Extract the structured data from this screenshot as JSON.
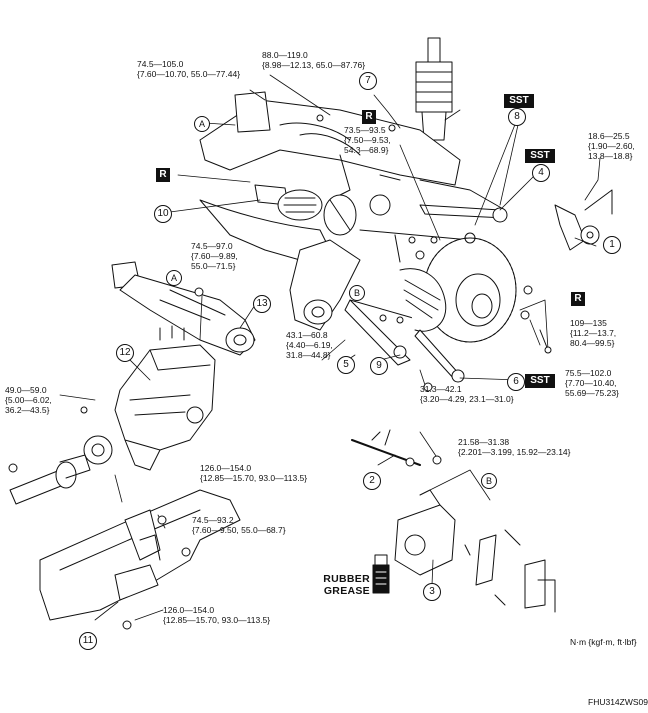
{
  "figure_code": "FHU314ZWS09",
  "units": "N·m {kgf·m, ft·lbf}",
  "torques": {
    "t1": "88.0—119.0\n{8.98—12.13, 65.0—87.76}",
    "t2": "74.5—105.0\n{7.60—10.70, 55.0—77.44}",
    "t3": "73.5—93.5\n{7.50—9.53,\n54.3—68.9}",
    "t4": "18.6—25.5\n{1.90—2.60,\n13.8—18.8}",
    "t5": "74.5—97.0\n{7.60—9.89,\n55.0—71.5}",
    "t6": "109—135\n{11.2—13.7,\n80.4—99.5}",
    "t7": "43.1—60.8\n{4.40—6.19,\n31.8—44.8}",
    "t8": "75.5—102.0\n{7.70—10.40,\n55.69—75.23}",
    "t9": "49.0—59.0\n{5.00—6.02,\n36.2—43.5}",
    "t10": "31.3—42.1\n{3.20—4.29, 23.1—31.0}",
    "t11": "21.58—31.38\n{2.201—3.199, 15.92—23.14}",
    "t12": "126.0—154.0\n{12.85—15.70, 93.0—113.5}",
    "t13": "74.5—93.2\n{7.60—9.50, 55.0—68.7}",
    "t14": "126.0—154.0\n{12.85—15.70, 93.0—113.5}"
  },
  "callouts": [
    "1",
    "2",
    "3",
    "4",
    "5",
    "6",
    "7",
    "8",
    "9",
    "10",
    "11",
    "12",
    "13"
  ],
  "letters": {
    "a": "A",
    "b": "B"
  },
  "tags": {
    "sst": "SST",
    "r": "R"
  },
  "grease_label": "RUBBER\nGREASE"
}
